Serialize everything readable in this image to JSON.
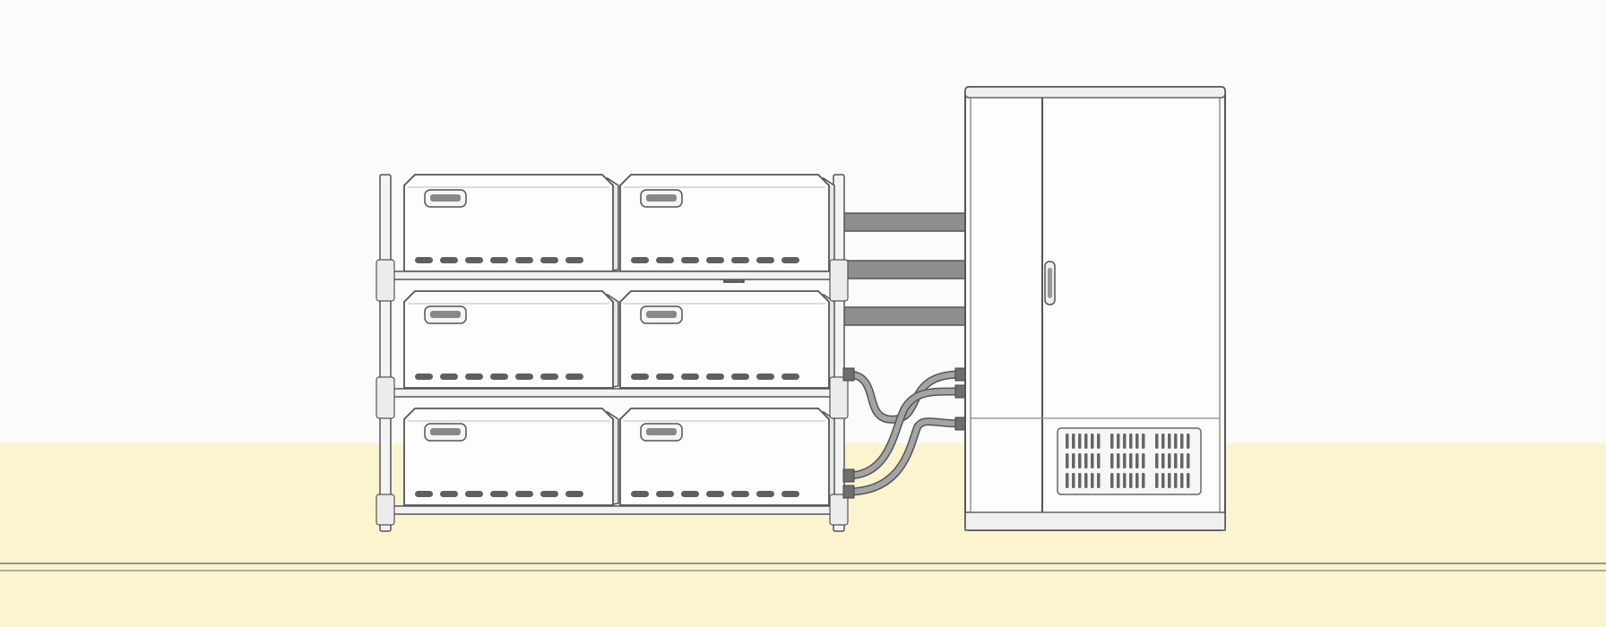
{
  "scene": {
    "colors": {
      "wall": "#fbfbfa",
      "floor": "#fcf3cf",
      "floor_line": "#8f9a8c",
      "outline": "#555555",
      "panel": "#fdfdfd",
      "panel_shadow": "#e4e4e4",
      "cable": "#8e8e8e",
      "cable_dark": "#5c5c5c",
      "vent": "#666666"
    },
    "rack": {
      "rows": 3,
      "columns": 2,
      "modules": [
        {
          "id": "module-r1-c1",
          "icon": "handle-icon",
          "vents": 7
        },
        {
          "id": "module-r1-c2",
          "icon": "handle-icon",
          "vents": 7
        },
        {
          "id": "module-r2-c1",
          "icon": "handle-icon",
          "vents": 7
        },
        {
          "id": "module-r2-c2",
          "icon": "handle-icon",
          "vents": 7
        },
        {
          "id": "module-r3-c1",
          "icon": "handle-icon",
          "vents": 7
        },
        {
          "id": "module-r3-c2",
          "icon": "handle-icon",
          "vents": 7
        }
      ]
    },
    "cabinet": {
      "doors": 2,
      "handle_icon": "door-handle-icon",
      "vent_grille_icon": "vent-grille-icon"
    },
    "cables": {
      "straight": 3,
      "curved": 3
    }
  }
}
